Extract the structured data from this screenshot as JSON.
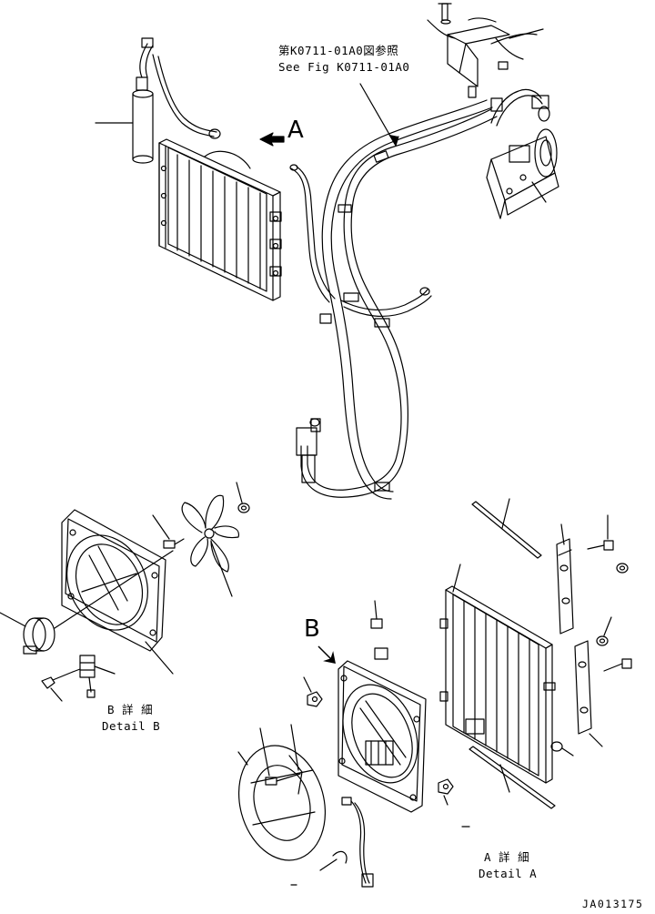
{
  "reference": {
    "jp": "第K0711-01A0図参照",
    "en": "See Fig K0711-01A0"
  },
  "view_markers": {
    "a": "A",
    "b": "B"
  },
  "detail_b": {
    "jp": "B 詳 細",
    "en": "Detail B"
  },
  "detail_a": {
    "jp": "A 詳 細",
    "en": "Detail A"
  },
  "drawing_number": "JA013175"
}
